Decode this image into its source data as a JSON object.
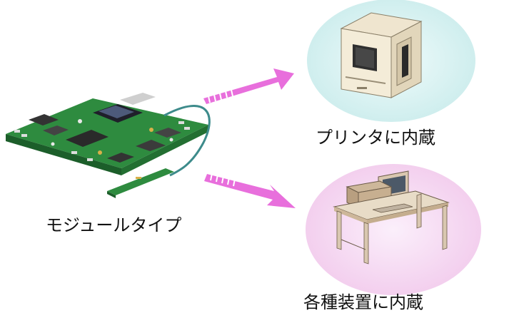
{
  "labels": {
    "module": "モジュールタイプ",
    "printer": "プリンタに内蔵",
    "equipment": "各種装置に内蔵"
  },
  "colors": {
    "board_green": "#2e8b3f",
    "arrow_magenta": "#e86fdc",
    "printer_circle": "#d7f2f2",
    "equipment_circle": "#f7dcf5"
  },
  "icons": [
    "circuit-board-icon",
    "printer-icon",
    "desk-terminal-icon",
    "arrow-right-icon"
  ]
}
